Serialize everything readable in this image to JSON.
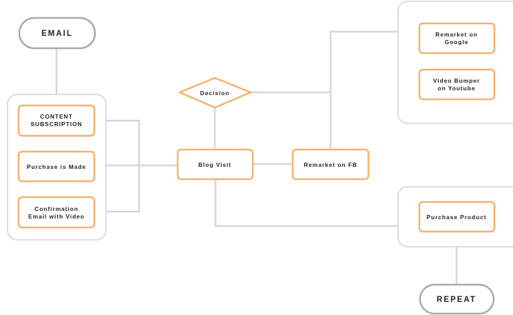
{
  "colors": {
    "accent": "#f5b26b",
    "connector": "#d6d6d6",
    "group_border": "#dcdcdc",
    "terminal_border": "#a9a9a9",
    "text": "#222222"
  },
  "nodes": {
    "email": "EMAIL",
    "content_subscription": [
      "CONTENT",
      "SUBSCRIPTION"
    ],
    "purchase_is_made": "Purchase is Made",
    "confirmation_email": [
      "Confirmation",
      "Email with Video"
    ],
    "decision": "Decision",
    "blog_visit": "Blog Visit",
    "remarket_fb": "Remarket on FB",
    "remarket_google": [
      "Remarket on",
      "Google"
    ],
    "video_bumper": [
      "Video Bumper",
      "on Youtube"
    ],
    "purchase_product": "Purchase Product",
    "repeat": "REPEAT"
  }
}
